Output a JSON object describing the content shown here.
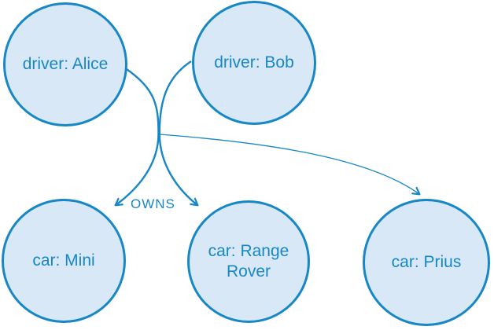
{
  "diagram": {
    "type": "graph",
    "nodes": [
      {
        "id": "driver-alice",
        "kind": "driver",
        "label": "driver: Alice"
      },
      {
        "id": "driver-bob",
        "kind": "driver",
        "label": "driver: Bob"
      },
      {
        "id": "car-mini",
        "kind": "car",
        "label": "car: Mini"
      },
      {
        "id": "car-range-rover",
        "kind": "car",
        "label": "car: Range Rover"
      },
      {
        "id": "car-prius",
        "kind": "car",
        "label": "car: Prius"
      }
    ],
    "edges": [
      {
        "from": "driver: Alice",
        "to": "car: Mini",
        "label": "OWNS",
        "style": "thick curve, arrowhead into top-right of Mini"
      },
      {
        "from": "driver: Bob",
        "to": "car: Range Rover",
        "label": "OWNS",
        "style": "thick curve, arrowhead into top-left of Range Rover"
      },
      {
        "from": "ambiguous (starts where the two OWNS curves cross)",
        "to": "car: Prius",
        "label": "OWNS",
        "style": "thin long curve, arrowhead into top of Prius"
      }
    ],
    "edge_label": "OWNS",
    "colors": {
      "background": "#ffffff",
      "node_fill": "#d9e8f6",
      "node_stroke": "#1787c5",
      "text": "#1787c5",
      "edge": "#1787c5"
    }
  }
}
